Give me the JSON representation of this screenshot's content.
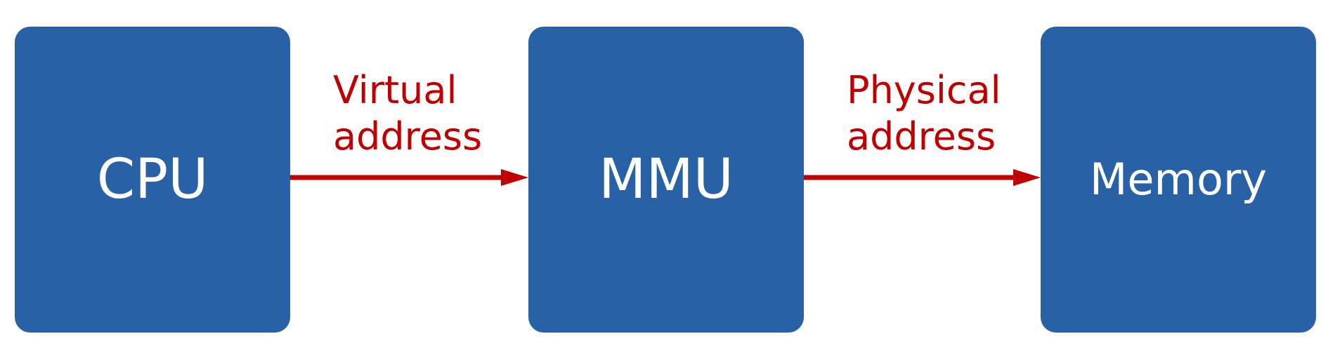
{
  "colors": {
    "box_fill": "#2861a6",
    "box_text": "#ffffff",
    "arrow": "#c00000",
    "edge_label": "#c00000",
    "background": "#ffffff"
  },
  "nodes": {
    "cpu": {
      "label": "CPU"
    },
    "mmu": {
      "label": "MMU"
    },
    "memory": {
      "label": "Memory"
    }
  },
  "edges": {
    "cpu_to_mmu": {
      "line1": "Virtual",
      "line2": "address"
    },
    "mmu_to_memory": {
      "line1": "Physical",
      "line2": "address"
    }
  }
}
